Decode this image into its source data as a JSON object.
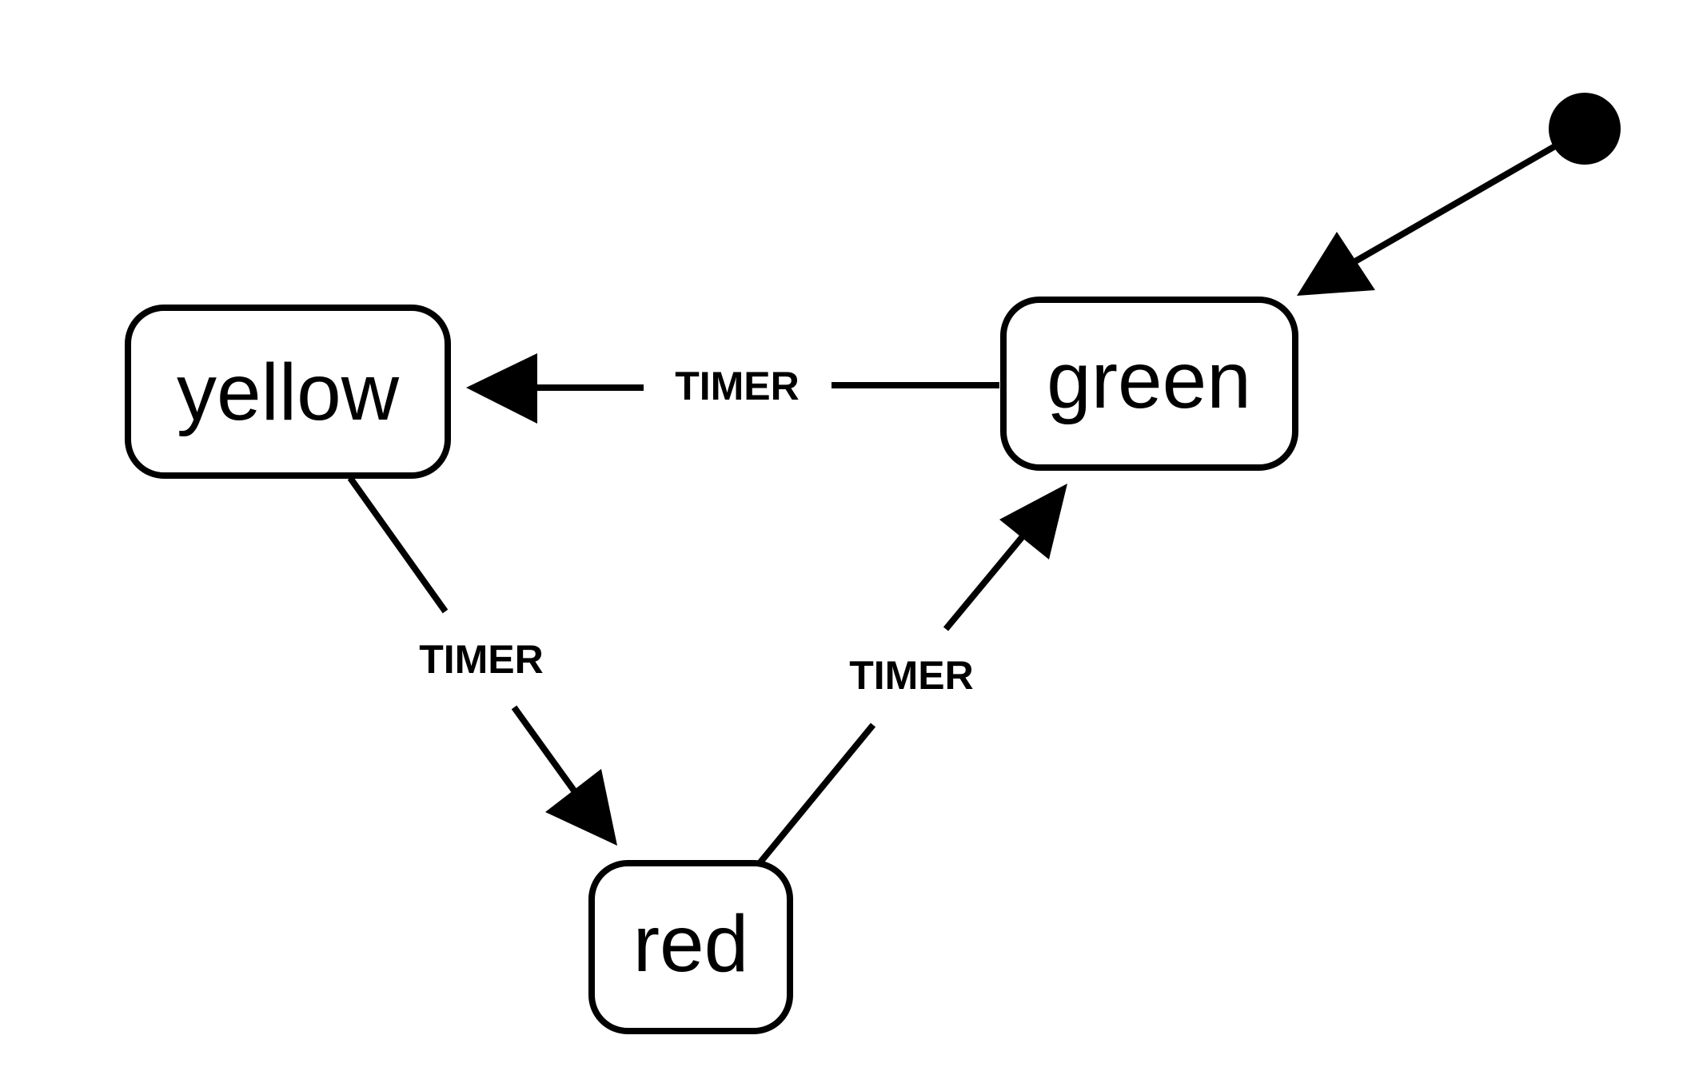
{
  "diagram": {
    "type": "state-machine",
    "states": [
      {
        "id": "yellow",
        "label": "yellow"
      },
      {
        "id": "green",
        "label": "green"
      },
      {
        "id": "red",
        "label": "red"
      }
    ],
    "initial_state": "green",
    "transitions": [
      {
        "from": "green",
        "to": "yellow",
        "label": "TIMER"
      },
      {
        "from": "yellow",
        "to": "red",
        "label": "TIMER"
      },
      {
        "from": "red",
        "to": "green",
        "label": "TIMER"
      }
    ],
    "colors": {
      "stroke": "#000000",
      "background": "#ffffff"
    }
  }
}
